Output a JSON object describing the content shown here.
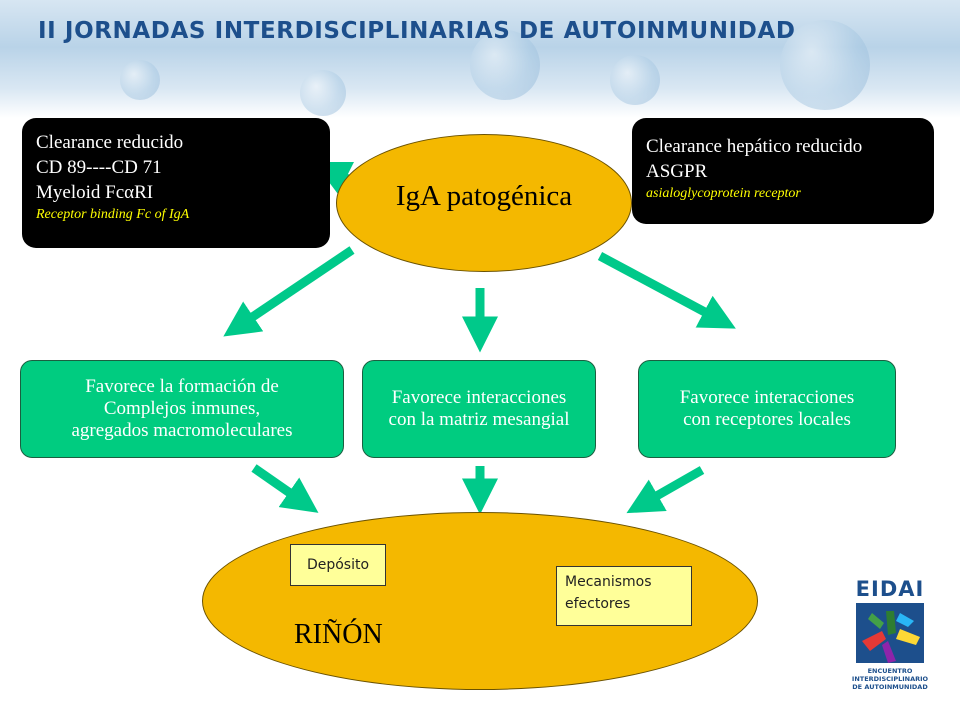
{
  "header": {
    "title": "II JORNADAS INTERDISCIPLINARIAS DE AUTOINMUNIDAD"
  },
  "left_box": {
    "lines": [
      "Clearance reducido",
      "CD 89----CD 71",
      "Myeloid FcαRI"
    ],
    "italic": "Receptor binding Fc  of IgA"
  },
  "right_box": {
    "lines": [
      "Clearance hepático  reducido",
      "ASGPR"
    ],
    "italic": "asialoglycoprotein receptor"
  },
  "center": {
    "label": "IgA patogénica"
  },
  "effects": [
    {
      "lines": [
        "Favorece la formación de",
        "Complejos inmunes,",
        "agregados macromoleculares"
      ]
    },
    {
      "lines": [
        "Favorece interacciones",
        "con la matriz mesangial"
      ]
    },
    {
      "lines": [
        "Favorece interacciones",
        "con receptores locales"
      ]
    }
  ],
  "kidney": {
    "label": "RIÑÓN",
    "notes": [
      "Depósito",
      "Mecanismos",
      "efectores"
    ]
  },
  "logo": {
    "brand": "EIDAI",
    "text": [
      "ENCUENTRO",
      "INTERDISCIPLINARIO",
      "DE AUTOINMUNIDAD"
    ]
  },
  "colors": {
    "title": "#1d4f8c",
    "arrow": "#00c98a",
    "ellipse": "#f4b800",
    "green_box": "#00cc80",
    "note": "#ffff99"
  }
}
